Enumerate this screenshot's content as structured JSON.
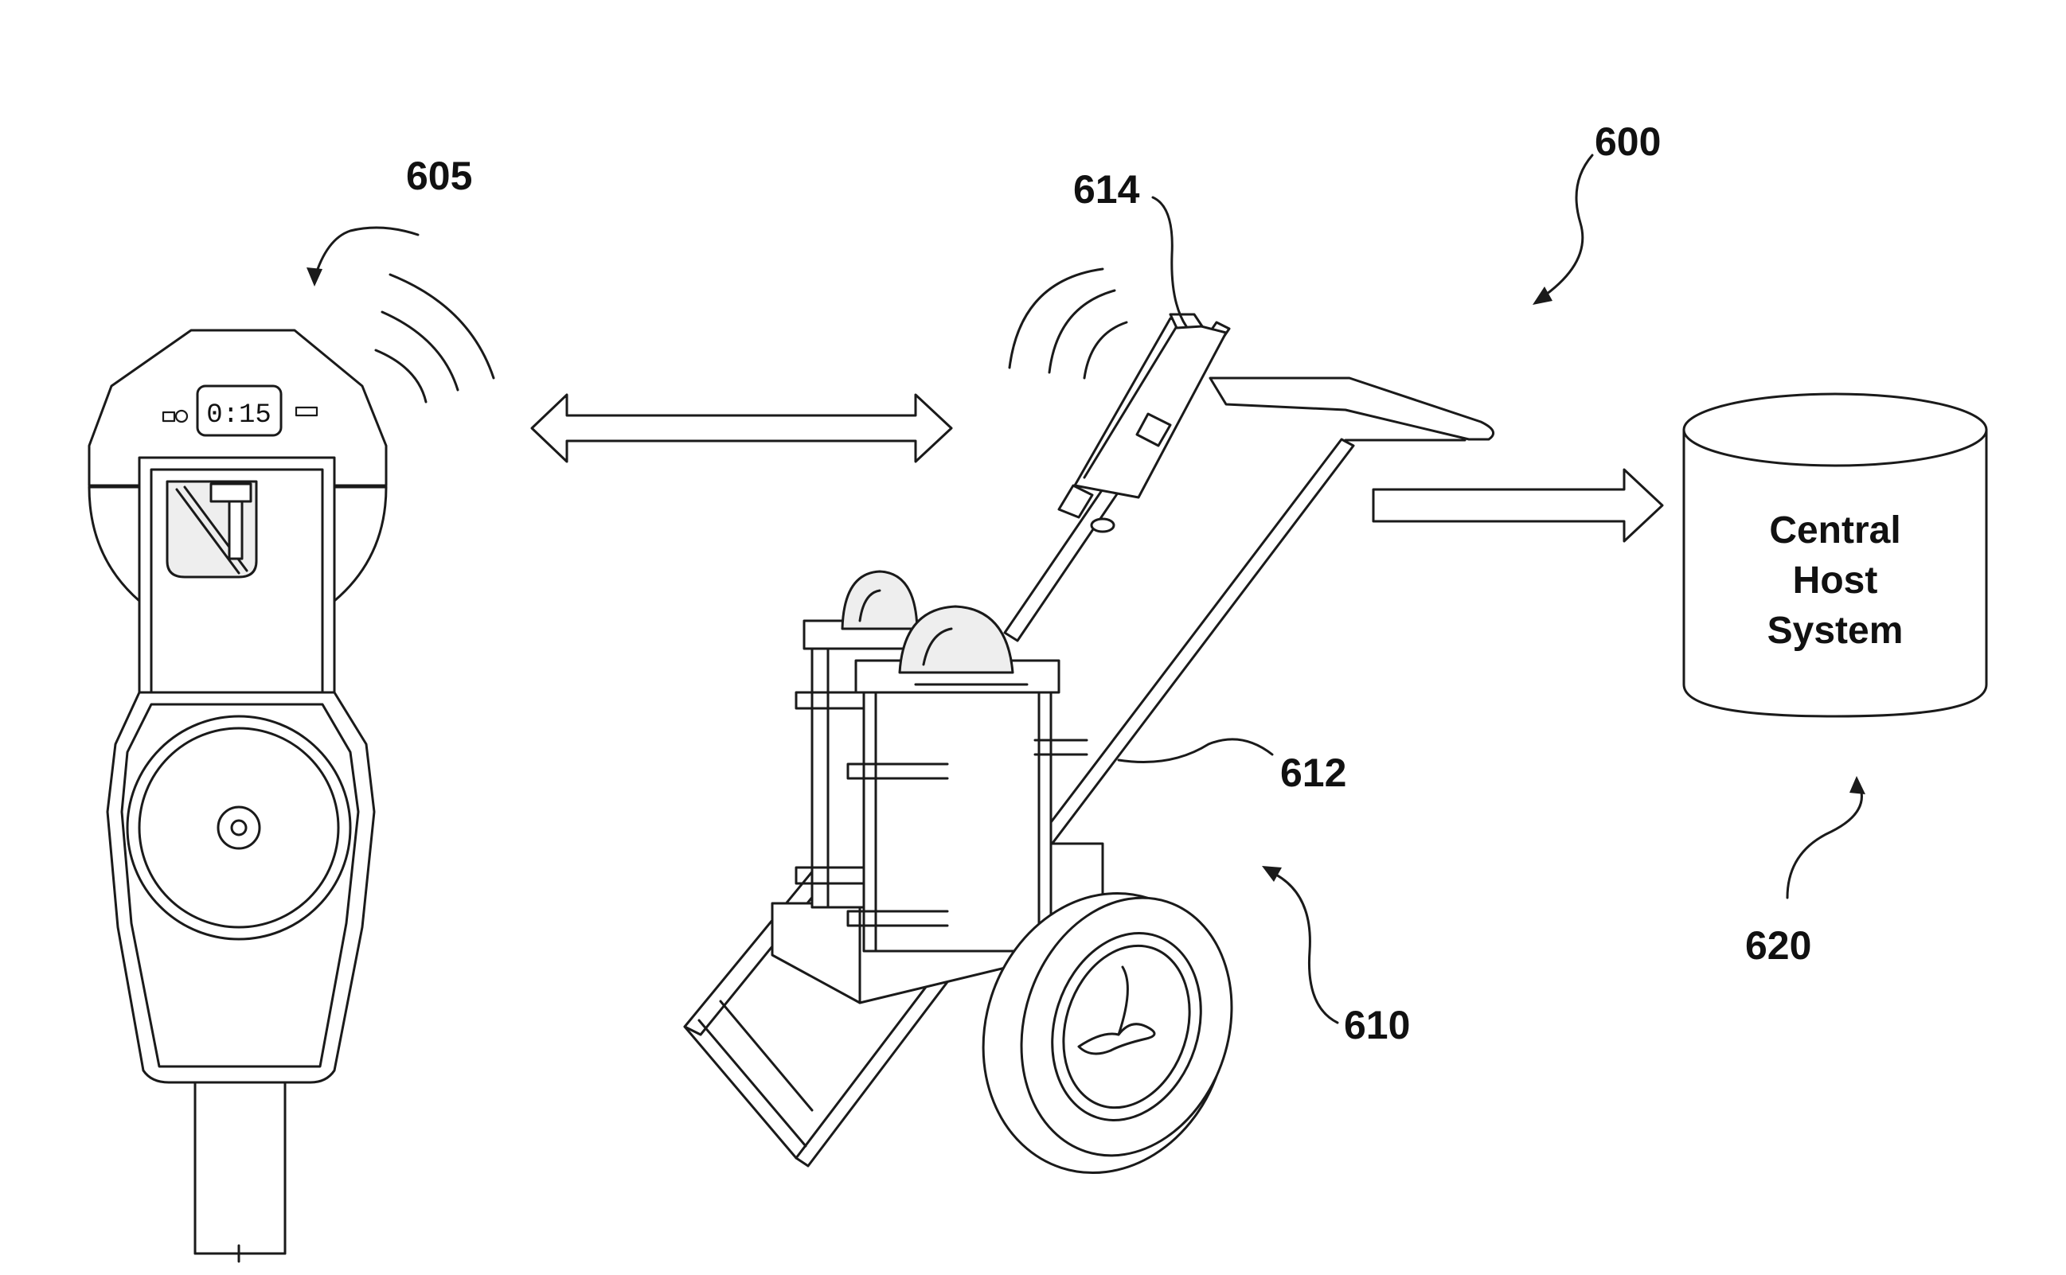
{
  "figure": {
    "ref_system": "600",
    "ref_meter": "605",
    "ref_cart": "610",
    "ref_handle": "612",
    "ref_device": "614",
    "ref_host": "620",
    "meter_display": "0:15",
    "host_label": {
      "line1": "Central",
      "line2": "Host",
      "line3": "System"
    }
  }
}
